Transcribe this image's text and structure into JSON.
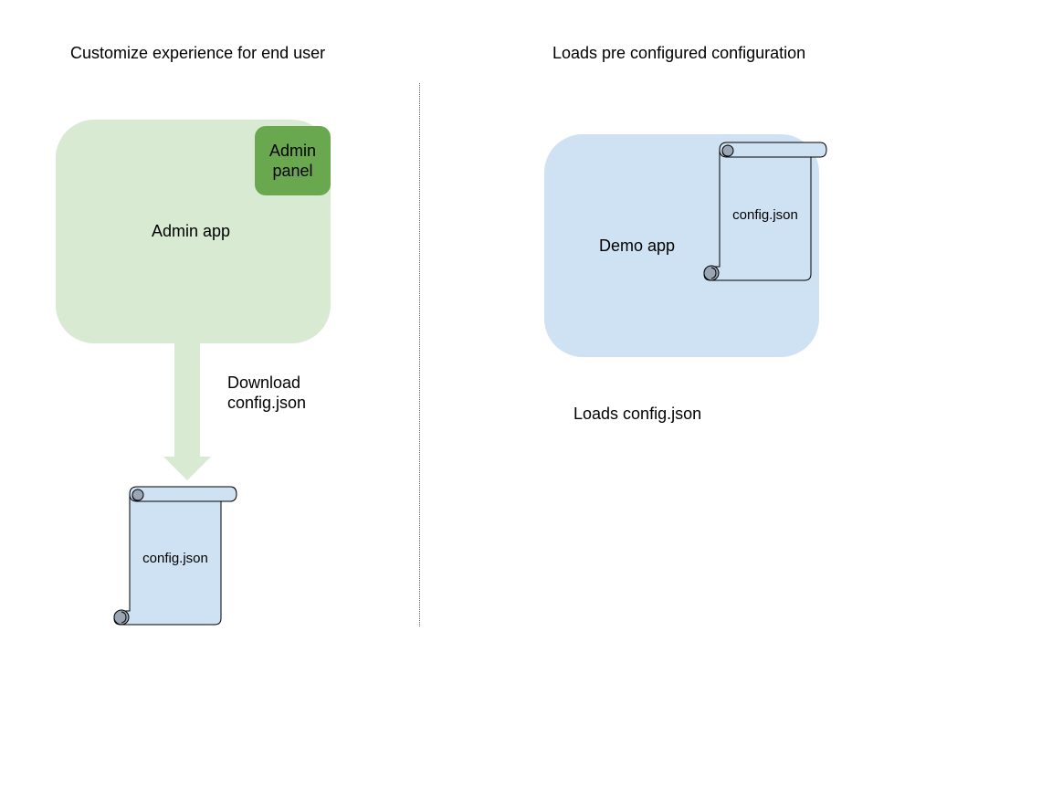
{
  "headings": {
    "left": "Customize experience for end user",
    "right": "Loads pre configured configuration"
  },
  "admin_app": {
    "label": "Admin app",
    "panel_label": "Admin panel"
  },
  "download": {
    "label": "Download config.json"
  },
  "demo_app": {
    "label": "Demo app"
  },
  "loads": {
    "label": "Loads config.json"
  },
  "files": {
    "downloaded": "config.json",
    "embedded": "config.json"
  },
  "colors": {
    "admin_app_fill": "#d9ead3",
    "admin_panel_fill": "#6aa84f",
    "demo_app_fill": "#cfe2f3",
    "scroll_fill": "#cfe2f3",
    "scroll_curl_fill": "#9aa5b5",
    "divider": "#666666"
  }
}
